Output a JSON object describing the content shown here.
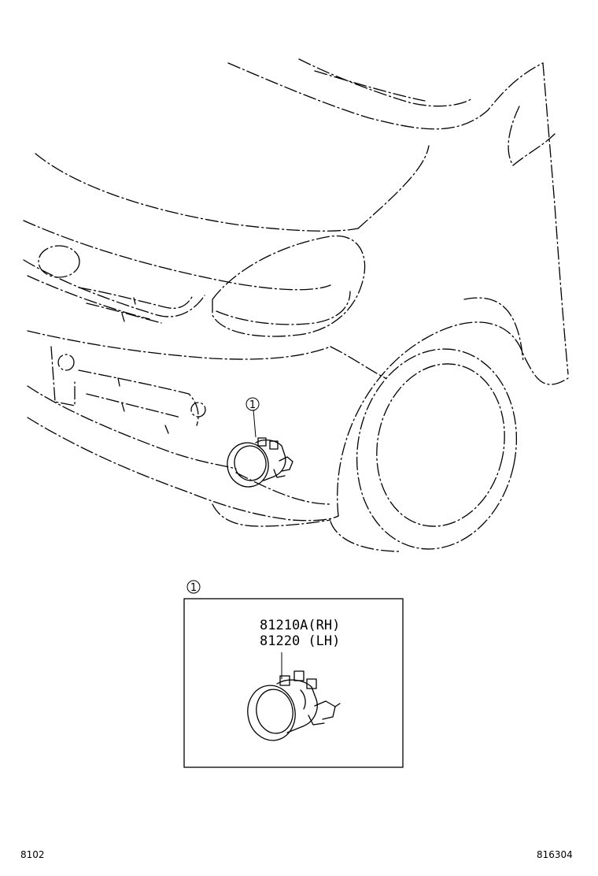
{
  "callout": {
    "number": "1"
  },
  "detail": {
    "callout_number": "1",
    "part_numbers": [
      "81210A(RH)",
      "81220 (LH)"
    ]
  },
  "footer": {
    "left_code": "8102",
    "right_code": "816304"
  }
}
